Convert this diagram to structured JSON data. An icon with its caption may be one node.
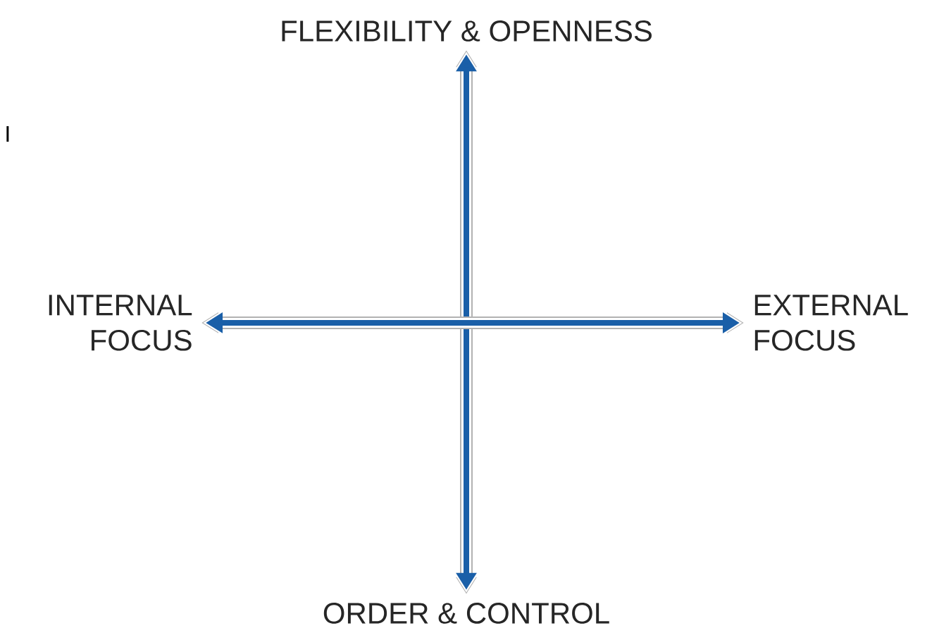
{
  "diagram": {
    "nodes": [
      {
        "text": [
          "FLEXIBILITY & OPENNESS"
        ]
      },
      {
        "text": [
          "ORDER & CONTROL"
        ]
      },
      {
        "text": [
          "INTERNAL FOCUS"
        ]
      },
      {
        "text": [
          "EXTERNAL FOCUS"
        ]
      }
    ],
    "edges": [
      {
        "from": 0,
        "to": 1,
        "arrow": "both"
      },
      {
        "from": 2,
        "to": 3,
        "arrow": "both"
      }
    ],
    "labels": [
      "I"
    ]
  }
}
